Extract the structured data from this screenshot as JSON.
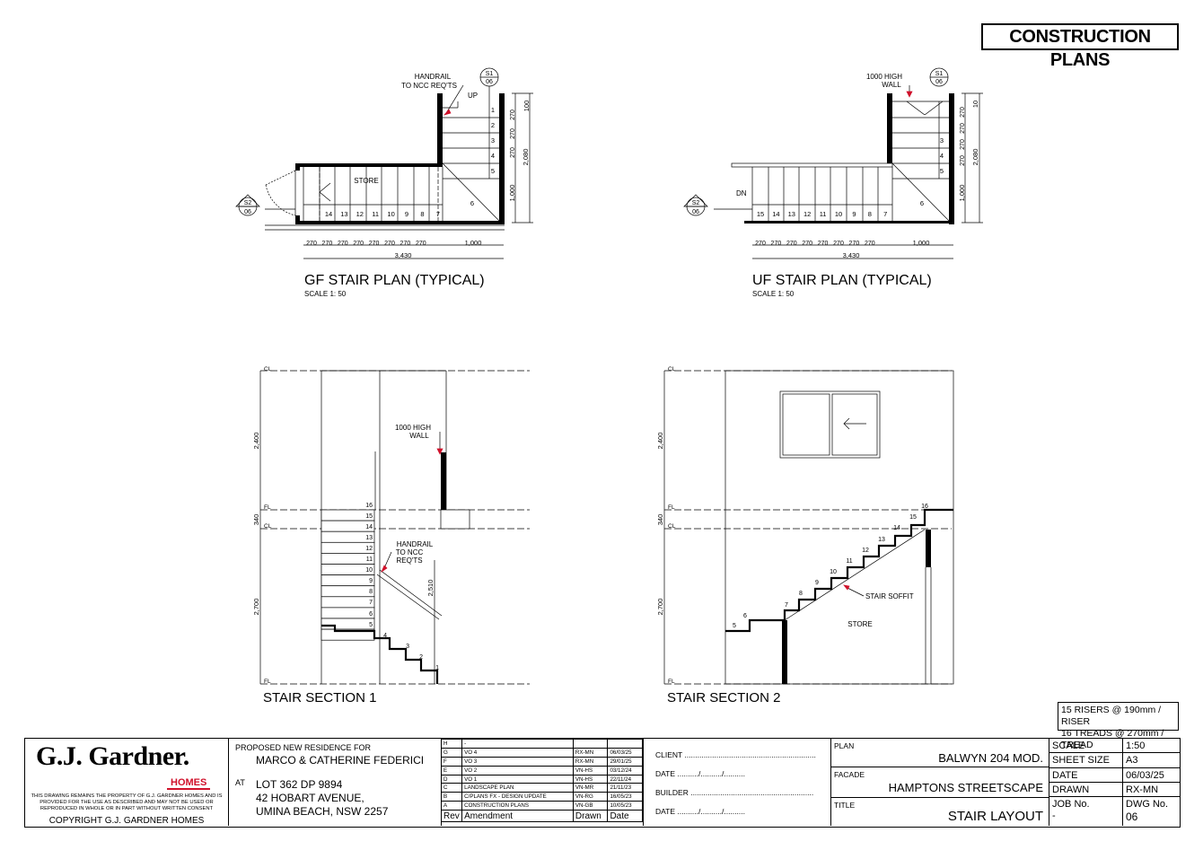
{
  "stamp": "CONSTRUCTION PLANS",
  "views": {
    "gf_title": "GF STAIR PLAN (TYPICAL)",
    "uf_title": "UF STAIR PLAN (TYPICAL)",
    "scale_note": "SCALE 1: 50",
    "section1_title": "STAIR SECTION 1",
    "section2_title": "STAIR SECTION 2"
  },
  "labels": {
    "handrail": "HANDRAIL",
    "ncc": "TO NCC REQ'TS",
    "ncc_short": "TO NCC",
    "reqts": "REQ'TS",
    "high_wall_1000": "1000 HIGH",
    "wall": "WALL",
    "up": "UP",
    "dn": "DN",
    "store": "STORE",
    "stair_soffit": "STAIR SOFFIT",
    "cl": "CL",
    "fl": "FL",
    "s1": "S1",
    "s2": "S2",
    "sheet_ref": "06"
  },
  "dims": {
    "tread": "270",
    "landing": "1,000",
    "total": "3,430",
    "plan_side": "2,080",
    "plan_side_a": "100",
    "plan_side_b": "1,000",
    "plan_side_c": "10",
    "sec_upper": "2,400",
    "sec_slab": "340",
    "sec_lower": "2,700",
    "sec_handrail": "2,510"
  },
  "gf_numbers_bottom": [
    "14",
    "13",
    "12",
    "11",
    "10",
    "9",
    "8",
    "7"
  ],
  "gf_numbers_side": [
    "1",
    "2",
    "3",
    "4",
    "5",
    "6"
  ],
  "uf_numbers_bottom": [
    "15",
    "14",
    "13",
    "12",
    "11",
    "10",
    "9",
    "8",
    "7"
  ],
  "uf_numbers_side": [
    "3",
    "4",
    "5",
    "6"
  ],
  "sec1_numbers": [
    "16",
    "15",
    "14",
    "13",
    "12",
    "11",
    "10",
    "9",
    "8",
    "7",
    "6",
    "5",
    "4",
    "3",
    "2",
    "1"
  ],
  "sec2_numbers": [
    "16",
    "15",
    "14",
    "13",
    "12",
    "11",
    "10",
    "9",
    "8",
    "7",
    "6",
    "5"
  ],
  "notes": {
    "risers": "15 RISERS @ 190mm / RISER",
    "treads": "16 TREADS @ 270mm / TREAD"
  },
  "title_block": {
    "brand": "G.J. Gardner.",
    "homes": "HOMES",
    "disclaimer": "THIS DRAWING REMAINS THE PROPERTY OF G.J. GARDNER HOMES AND IS PROVIDED FOR THE USE AS DESCRIBED AND MAY NOT BE USED OR REPRODUCED IN WHOLE OR IN PART WITHOUT WRITTEN CONSENT",
    "copyright": "COPYRIGHT G.J. GARDNER HOMES",
    "proposed": "PROPOSED NEW RESIDENCE FOR",
    "client_name": "MARCO & CATHERINE FEDERICI",
    "at": "AT",
    "lot": "LOT 362 DP 9894",
    "street": "42 HOBART AVENUE,",
    "suburb": "UMINA BEACH, NSW 2257",
    "revisions": [
      {
        "rev": "H",
        "amendment": "-",
        "drawn": "",
        "date": ""
      },
      {
        "rev": "G",
        "amendment": "VO 4",
        "drawn": "RX-MN",
        "date": "06/03/25"
      },
      {
        "rev": "F",
        "amendment": "VO 3",
        "drawn": "RX-MN",
        "date": "29/01/25"
      },
      {
        "rev": "E",
        "amendment": "VO 2",
        "drawn": "VN-HS",
        "date": "03/12/24"
      },
      {
        "rev": "D",
        "amendment": "VO 1",
        "drawn": "VN-HS",
        "date": "22/11/24"
      },
      {
        "rev": "C",
        "amendment": "LANDSCAPE PLAN",
        "drawn": "VN-MR",
        "date": "21/11/23"
      },
      {
        "rev": "B",
        "amendment": "C/PLANS FX - DESIGN UPDATE",
        "drawn": "VN-RG",
        "date": "16/05/23"
      },
      {
        "rev": "A",
        "amendment": "CONSTRUCTION PLANS",
        "drawn": "VN-GB",
        "date": "10/05/23"
      }
    ],
    "rev_headers": {
      "rev": "Rev",
      "amendment": "Amendment",
      "drawn": "Drawn",
      "date": "Date"
    },
    "client_line": "CLIENT ..............................................................",
    "date_line": "DATE ........../........../..........",
    "builder_line": "BUILDER ..........................................................",
    "date_line2": "DATE ........../........../..........",
    "plan_label": "PLAN",
    "plan_value": "BALWYN 204 MOD.",
    "facade_label": "FACADE",
    "facade_value": "HAMPTONS STREETSCAPE",
    "title_label": "TITLE",
    "title_value": "STAIR LAYOUT",
    "scale_label": "SCALE",
    "scale_value": "1:50",
    "sheet_size_label": "SHEET SIZE",
    "sheet_size_value": "A3",
    "date_label": "DATE",
    "date_value": "06/03/25",
    "drawn_label": "DRAWN",
    "drawn_value": "RX-MN",
    "job_label": "JOB No.",
    "job_value": "-",
    "dwg_label": "DWG No.",
    "dwg_value": "06"
  }
}
